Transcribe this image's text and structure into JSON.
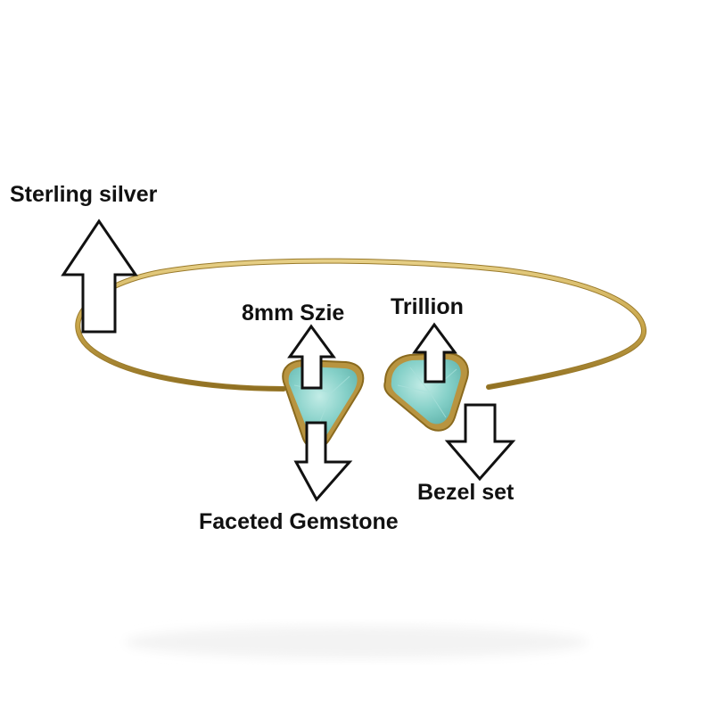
{
  "annotations": {
    "sterling_silver": "Sterling silver",
    "size": "8mm Szie",
    "trillion": "Trillion",
    "bezel_set": "Bezel set",
    "faceted_gemstone": "Faceted Gemstone"
  },
  "colors": {
    "background": "#ffffff",
    "gold_band": "#c9a64a",
    "gold_dark": "#9a7a2a",
    "stone": "#7fcdc6",
    "stone_light": "#b4e6e0",
    "arrow_stroke": "#111111",
    "arrow_fill": "#ffffff"
  },
  "icons": {
    "up_arrow": "outlined-up-arrow",
    "down_arrow": "outlined-down-arrow"
  }
}
